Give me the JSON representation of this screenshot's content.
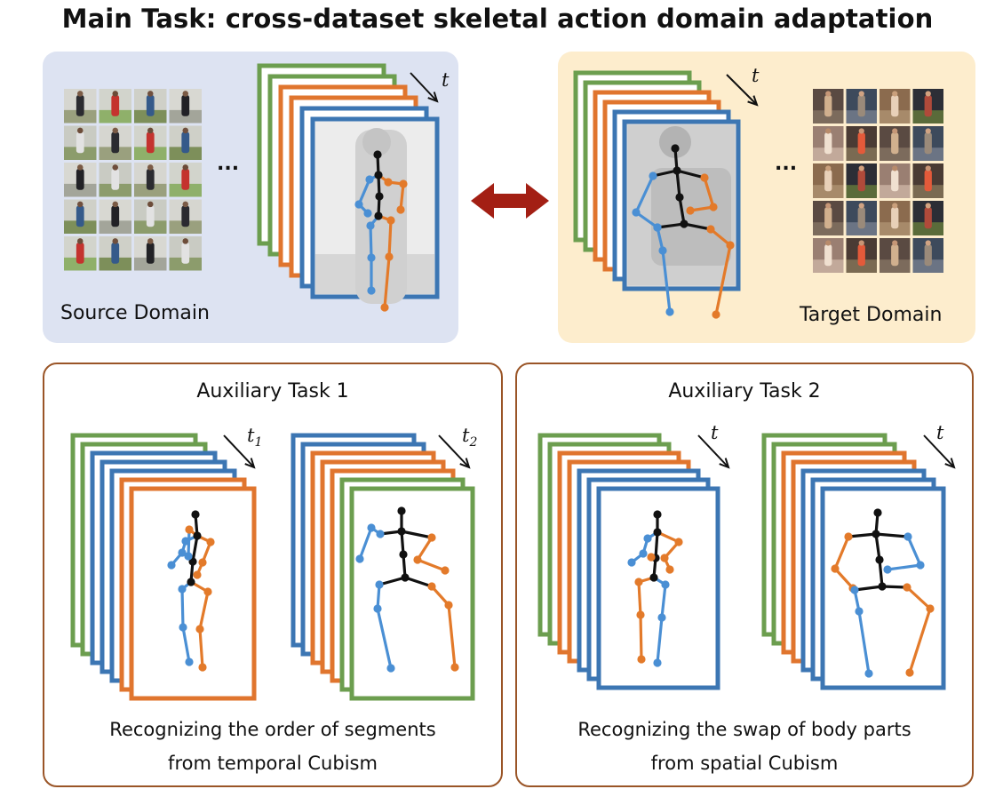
{
  "title": "Main Task: cross-dataset skeletal action domain adaptation",
  "source_domain": {
    "label": "Source Domain",
    "ellipsis": "...",
    "time_label": "t"
  },
  "target_domain": {
    "label": "Target Domain",
    "ellipsis": "...",
    "time_label": "t"
  },
  "aux_task_1": {
    "title": "Auxiliary Task 1",
    "caption_line1": "Recognizing the order of segments",
    "caption_line2": "from temporal Cubism",
    "time_labels": [
      "t1",
      "t2"
    ]
  },
  "aux_task_2": {
    "title": "Auxiliary Task 2",
    "caption_line1": "Recognizing the swap of body parts",
    "caption_line2": "from spatial Cubism",
    "time_labels": [
      "t",
      "t"
    ]
  },
  "colors": {
    "green": "#6c9e4f",
    "orange": "#e0752e",
    "blue": "#3c76b3",
    "skeleton_blue": "#4a8fd4",
    "skeleton_orange": "#e37a2a",
    "skeleton_black": "#111111",
    "arrow": "#a31f14",
    "border": "#9a5527",
    "source_bg": "#dde3f2",
    "target_bg": "#fdedcd"
  }
}
